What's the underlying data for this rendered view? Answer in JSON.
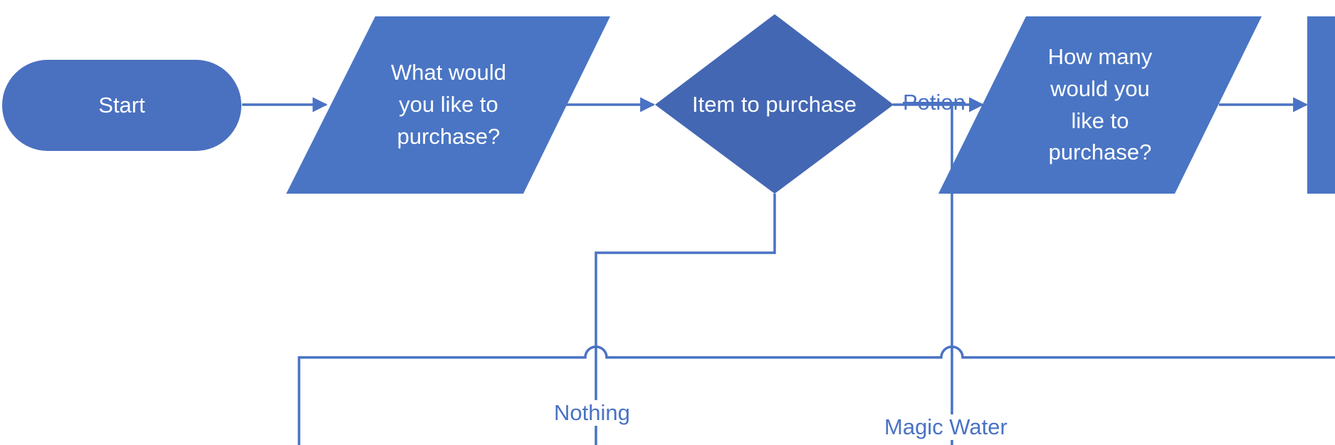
{
  "diagram": {
    "colors": {
      "node_fill": "#4a75c4",
      "decision_fill": "#4467b3",
      "start_fill": "#4a70c0",
      "connector": "#4a72c4",
      "text": "#ffffff",
      "edge_label": "#4a72c4"
    },
    "nodes": {
      "start": {
        "label": "Start",
        "shape": "terminator"
      },
      "ask_item": {
        "label": "What would\nyou like to\npurchase?",
        "shape": "input-output"
      },
      "decision": {
        "label": "Item to purchase",
        "shape": "decision"
      },
      "ask_quantity": {
        "label": "How many\nwould you\nlike to\npurchase?",
        "shape": "input-output"
      },
      "next_partial": {
        "label": "",
        "shape": "process"
      }
    },
    "edge_labels": {
      "potion": "Potion",
      "nothing": "Nothing",
      "magic_water": "Magic Water"
    },
    "edges": [
      {
        "from": "start",
        "to": "ask_item"
      },
      {
        "from": "ask_item",
        "to": "decision"
      },
      {
        "from": "decision",
        "to": "ask_quantity",
        "label": "Potion"
      },
      {
        "from": "ask_quantity",
        "to": "next_partial"
      },
      {
        "from": "decision",
        "to": "offscreen",
        "label": "Nothing"
      },
      {
        "from": "decision",
        "to": "offscreen",
        "label": "Magic Water"
      }
    ]
  }
}
